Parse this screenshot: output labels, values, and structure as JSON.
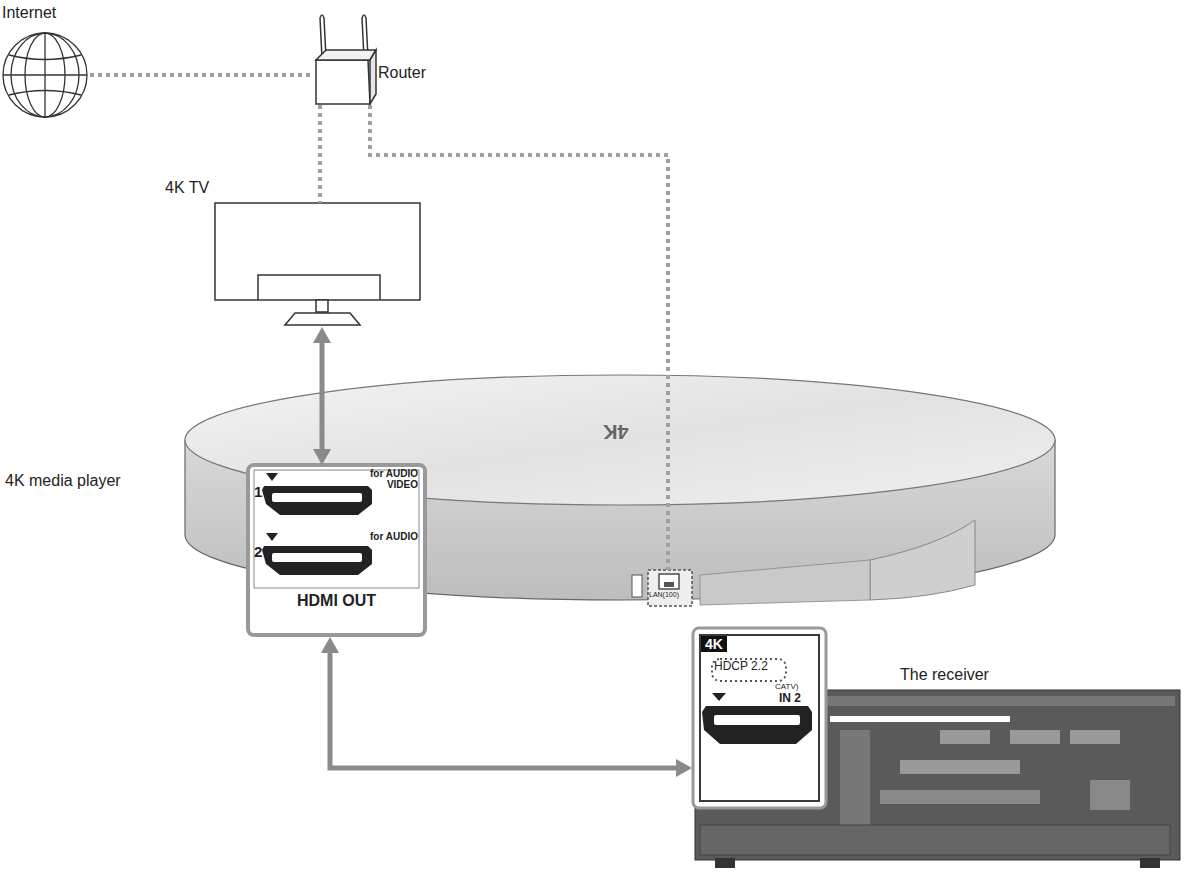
{
  "diagram": {
    "nodes": [
      {
        "text": [
          "Internet"
        ]
      },
      {
        "text": [
          "Router"
        ]
      },
      {
        "text": [
          "4K TV"
        ]
      },
      {
        "text": [
          "4K media player"
        ]
      },
      {
        "text": [
          "1",
          "for AUDIO VIDEO",
          "2",
          "for AUDIO",
          "HDMI OUT"
        ],
        "in": 3
      },
      {
        "text": [
          "The receiver"
        ]
      },
      {
        "text": [
          "4K",
          "HDCP 2.2",
          "CATV)",
          "IN 2"
        ],
        "in": 5
      }
    ],
    "edges": [
      {
        "from": 0,
        "to": 1,
        "arrow": "none"
      },
      {
        "from": 1,
        "to": 2,
        "arrow": "none"
      },
      {
        "from": 1,
        "to": 3,
        "arrow": "none"
      },
      {
        "from": 2,
        "to": 4,
        "arrow": "both"
      },
      {
        "from": 4,
        "to": 6,
        "arrow": "both"
      }
    ],
    "labels": [
      "LAN(100)",
      "4K"
    ]
  }
}
